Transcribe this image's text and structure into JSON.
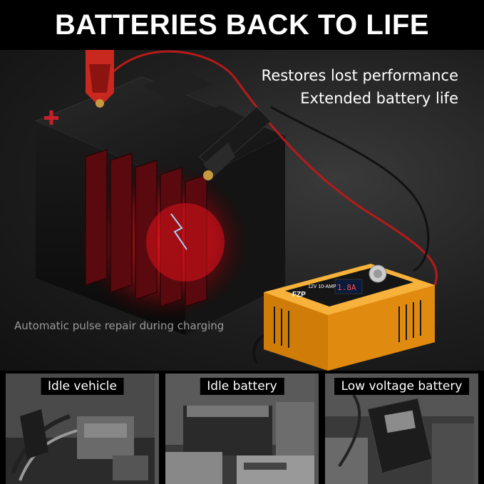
{
  "header": {
    "title": "BATTERIES BACK TO LIFE"
  },
  "hero": {
    "captions": [
      "Restores lost performance",
      "Extended battery life"
    ],
    "repair_note": "Automatic pulse repair during charging",
    "charger": {
      "brand": "FZP",
      "model": "12V 10-AMP",
      "display_value": "1.8A"
    }
  },
  "panels": [
    {
      "label": "Idle vehicle"
    },
    {
      "label": "Idle battery"
    },
    {
      "label": "Low voltage battery"
    }
  ],
  "colors": {
    "charger_body": "#f5a623",
    "clamp_red": "#d0281e",
    "clamp_black": "#1a1a1a",
    "glow": "#c8101a"
  }
}
